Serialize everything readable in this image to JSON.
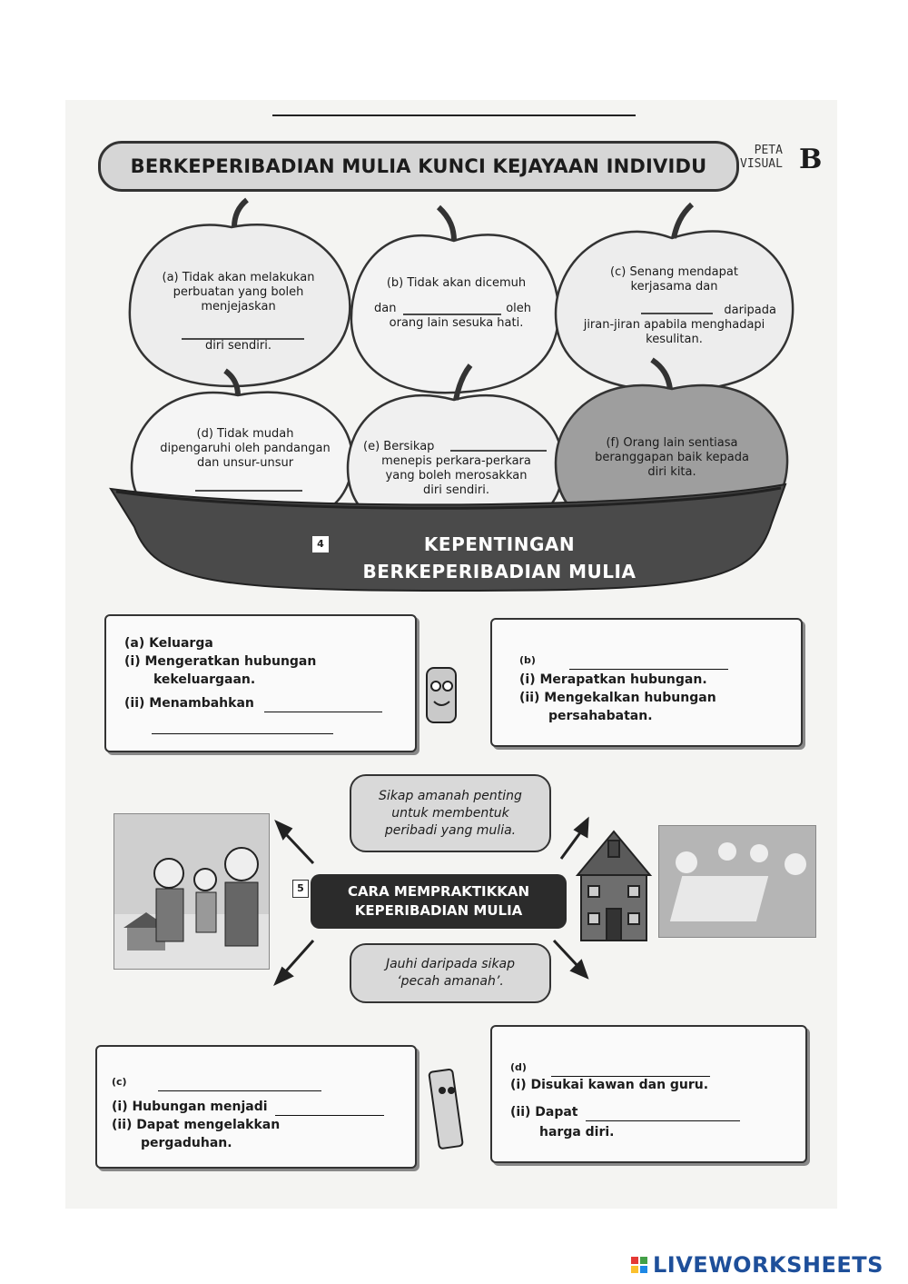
{
  "header": {
    "title": "BERKEPERIBADIAN MULIA KUNCI KEJAYAAN INDIVIDU",
    "peta_line1": "PETA",
    "peta_line2": "VISUAL",
    "section_letter": "B"
  },
  "apples": {
    "a": {
      "l1": "(a) Tidak akan melakukan",
      "l2": "perbuatan yang boleh",
      "l3": "menjejaskan",
      "l4": "diri sendiri."
    },
    "b": {
      "l1": "(b) Tidak akan dicemuh",
      "l2a": "dan",
      "l2b": "oleh",
      "l3": "orang lain sesuka hati."
    },
    "c": {
      "l1": "(c) Senang mendapat",
      "l2": "kerjasama dan",
      "l3": "daripada",
      "l4": "jiran-jiran apabila menghadapi",
      "l5": "kesulitan."
    },
    "d": {
      "l1": "(d) Tidak mudah",
      "l2": "dipengaruhi oleh pandangan",
      "l3": "dan unsur-unsur"
    },
    "e": {
      "l1": "(e) Bersikap",
      "l2": "menepis perkara-perkara",
      "l3": "yang boleh merosakkan",
      "l4": "diri sendiri."
    },
    "f": {
      "l1": "(f) Orang lain sentiasa",
      "l2": "beranggapan baik kepada",
      "l3": "diri kita."
    }
  },
  "basket": {
    "number": "4",
    "line1": "KEPENTINGAN",
    "line2": "BERKEPERIBADIAN MULIA"
  },
  "box_a": {
    "l1": "(a)  Keluarga",
    "l2": "(i)   Mengeratkan hubungan",
    "l3": "kekeluargaan.",
    "l4": "(ii)  Menambahkan"
  },
  "box_b": {
    "l1": "(b)",
    "l2": "(i)   Merapatkan hubungan.",
    "l3": "(ii)  Mengekalkan hubungan",
    "l4": "persahabatan."
  },
  "center": {
    "number": "5",
    "line1": "CARA MEMPRAKTIKKAN",
    "line2": "KEPERIBADIAN MULIA"
  },
  "bubble_top": {
    "l1": "Sikap amanah penting",
    "l2": "untuk membentuk",
    "l3": "peribadi yang mulia."
  },
  "bubble_bottom": {
    "l1": "Jauhi daripada sikap",
    "l2": "‘pecah amanah’."
  },
  "box_c": {
    "l1": "(c)",
    "l2": "(i)   Hubungan menjadi",
    "l3": "(ii)  Dapat mengelakkan",
    "l4": "pergaduhan."
  },
  "box_d": {
    "l1": "(d)",
    "l2": "(i)   Disukai kawan dan guru.",
    "l3": "(ii)  Dapat",
    "l4": "harga diri."
  },
  "footer": {
    "brand": "LIVEWORKSHEETS"
  },
  "colors": {
    "apple_light": "#ededed",
    "apple_dark": "#9e9e9e",
    "basket": "#4a4a4a",
    "brand": "#1e4f9a"
  }
}
